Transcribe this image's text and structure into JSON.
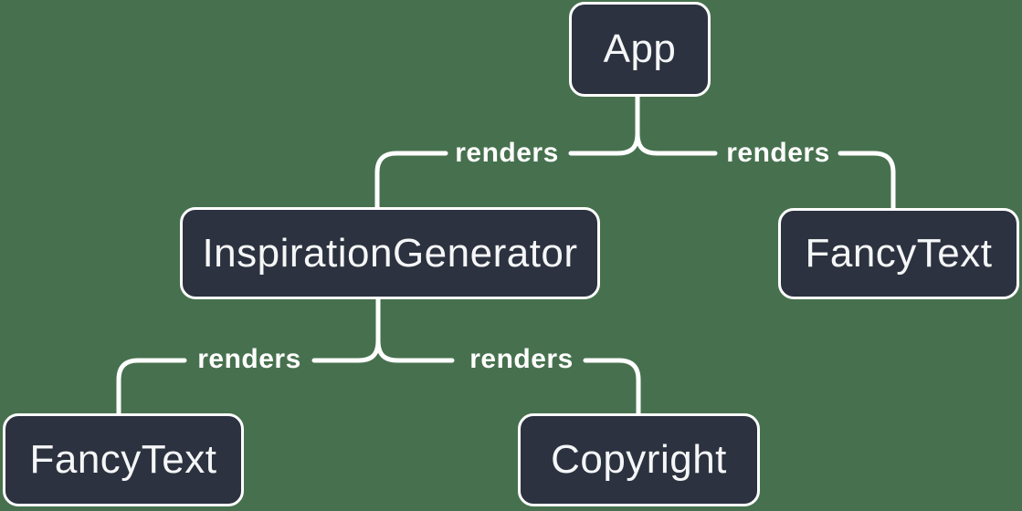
{
  "canvas": {
    "background": "#47714E"
  },
  "styles": {
    "canvas_background": "#47714E",
    "node_fill": "#2C323F",
    "node_border": "#FFFFFF",
    "node_text": "#F5F6F7",
    "line_color": "#FFFFFF",
    "label_color": "#FFFFFF"
  },
  "nodes": [
    {
      "id": "app",
      "label": "App"
    },
    {
      "id": "inspiration-generator",
      "label": "InspirationGenerator"
    },
    {
      "id": "fancy-text-right",
      "label": "FancyText"
    },
    {
      "id": "fancy-text-left",
      "label": "FancyText"
    },
    {
      "id": "copyright",
      "label": "Copyright"
    }
  ],
  "edges": [
    {
      "from": "App",
      "to": "InspirationGenerator",
      "label": "renders"
    },
    {
      "from": "App",
      "to": "FancyText",
      "label": "renders"
    },
    {
      "from": "InspirationGenerator",
      "to": "FancyText",
      "label": "renders"
    },
    {
      "from": "InspirationGenerator",
      "to": "Copyright",
      "label": "renders"
    }
  ]
}
